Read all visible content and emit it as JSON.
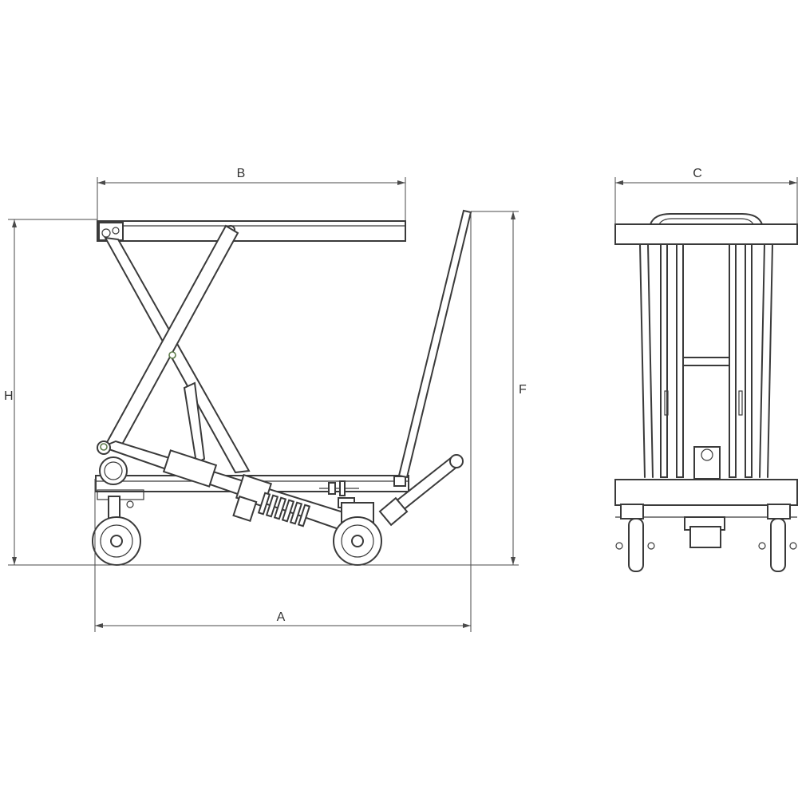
{
  "dimensions": {
    "A": "A",
    "B": "B",
    "C": "C",
    "F": "F",
    "H": "H"
  },
  "colors": {
    "line": "#3a3a3a",
    "pin": "#5d7a4a",
    "background": "#ffffff"
  }
}
